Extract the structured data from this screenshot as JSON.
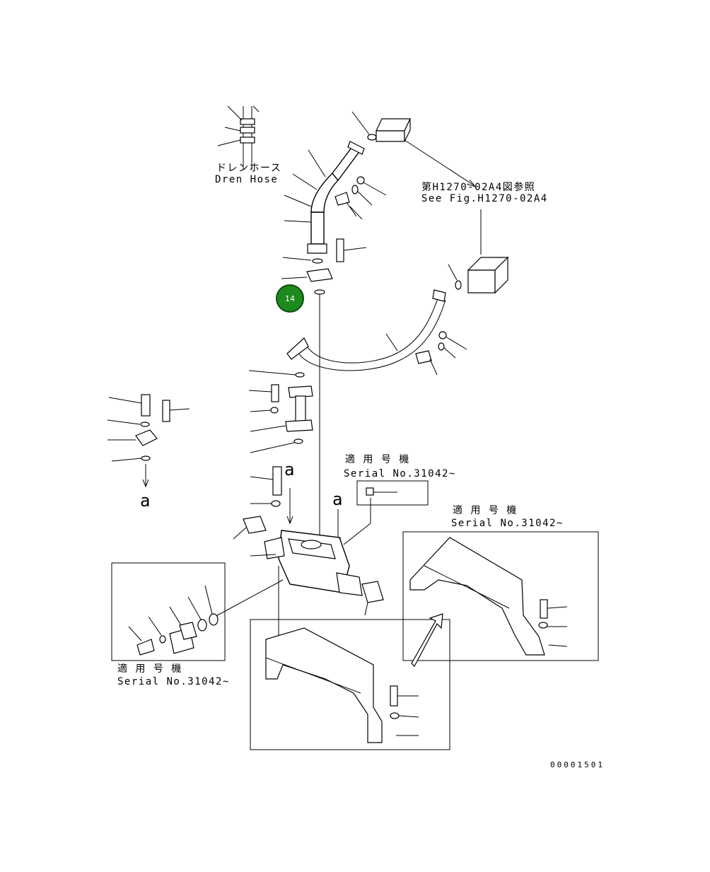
{
  "labels": {
    "drain_hose_jp": "ドレンホース",
    "drain_hose_en": "Dren Hose",
    "ref_jp": "第H1270-02A4図参照",
    "ref_en": "See Fig.H1270-02A4",
    "applicable_jp_1": "適 用 号 機",
    "serial_1": "Serial No.31042~",
    "applicable_jp_2": "適 用 号 機",
    "serial_2": "Serial No.31042~",
    "applicable_jp_3": "適 用 号 機",
    "serial_3": "Serial No.31042~",
    "mark_a_left": "a",
    "mark_a_center": "a",
    "mark_a_right": "a",
    "drawing_number": "00001501"
  },
  "callouts": [
    {
      "number": "14",
      "color": "#1c8a1c"
    }
  ]
}
